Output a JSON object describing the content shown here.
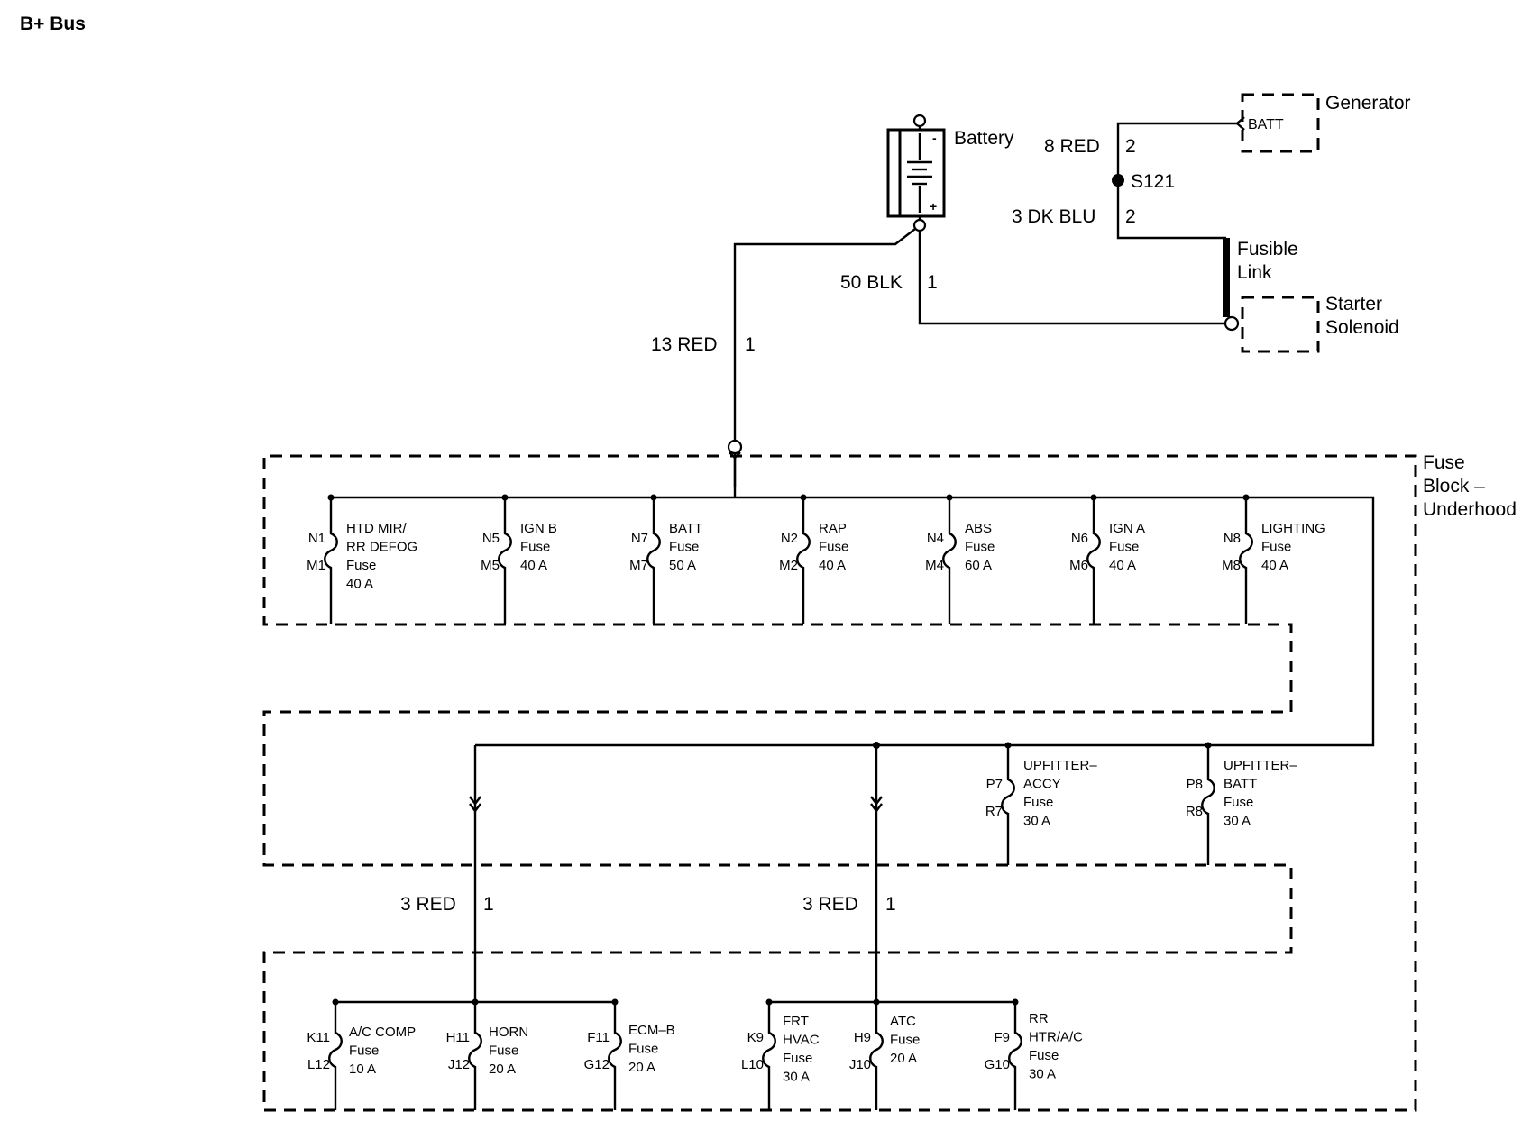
{
  "title": "B+ Bus",
  "battery": {
    "label": "Battery",
    "neg": "-",
    "pos": "+"
  },
  "generator": {
    "label": "Generator",
    "terminal": "BATT"
  },
  "splice": "S121",
  "fusible_link": [
    "Fusible",
    "Link"
  ],
  "starter": [
    "Starter",
    "Solenoid"
  ],
  "fuse_block": [
    "Fuse",
    "Block –",
    "Underhood"
  ],
  "wires": {
    "w8red": {
      "name": "8 RED",
      "pin": "2"
    },
    "w3dkblu": {
      "name": "3 DK BLU",
      "pin": "2"
    },
    "w50blk": {
      "name": "50 BLK",
      "pin": "1"
    },
    "w13red": {
      "name": "13 RED",
      "pin": "1"
    },
    "w3red_a": {
      "name": "3 RED",
      "pin": "1"
    },
    "w3red_b": {
      "name": "3 RED",
      "pin": "1"
    }
  },
  "fuses_top": [
    {
      "top": "N1",
      "bot": "M1",
      "lines": [
        "HTD MIR/",
        "RR DEFOG",
        "Fuse",
        "40 A"
      ]
    },
    {
      "top": "N5",
      "bot": "M5",
      "lines": [
        "IGN B",
        "Fuse",
        "40 A"
      ]
    },
    {
      "top": "N7",
      "bot": "M7",
      "lines": [
        "BATT",
        "Fuse",
        "50 A"
      ]
    },
    {
      "top": "N2",
      "bot": "M2",
      "lines": [
        "RAP",
        "Fuse",
        "40 A"
      ]
    },
    {
      "top": "N4",
      "bot": "M4",
      "lines": [
        "ABS",
        "Fuse",
        "60 A"
      ]
    },
    {
      "top": "N6",
      "bot": "M6",
      "lines": [
        "IGN A",
        "Fuse",
        "40 A"
      ]
    },
    {
      "top": "N8",
      "bot": "M8",
      "lines": [
        "LIGHTING",
        "Fuse",
        "40 A"
      ]
    }
  ],
  "fuses_mid": [
    {
      "top": "P7",
      "bot": "R7",
      "lines": [
        "UPFITTER–",
        "ACCY",
        "Fuse",
        "30 A"
      ]
    },
    {
      "top": "P8",
      "bot": "R8",
      "lines": [
        "UPFITTER–",
        "BATT",
        "Fuse",
        "30 A"
      ]
    }
  ],
  "fuses_bottom": [
    {
      "top": "K11",
      "bot": "L12",
      "lines": [
        "A/C COMP",
        "Fuse",
        "10 A"
      ]
    },
    {
      "top": "H11",
      "bot": "J12",
      "lines": [
        "HORN",
        "Fuse",
        "20 A"
      ]
    },
    {
      "top": "F11",
      "bot": "G12",
      "lines": [
        "ECM–B",
        "Fuse",
        "20 A"
      ]
    },
    {
      "top": "K9",
      "bot": "L10",
      "lines": [
        "FRT",
        "HVAC",
        "Fuse",
        "30 A"
      ]
    },
    {
      "top": "H9",
      "bot": "J10",
      "lines": [
        "ATC",
        "Fuse",
        "20 A"
      ]
    },
    {
      "top": "F9",
      "bot": "G10",
      "lines": [
        "RR",
        "HTR/A/C",
        "Fuse",
        "30 A"
      ]
    }
  ]
}
